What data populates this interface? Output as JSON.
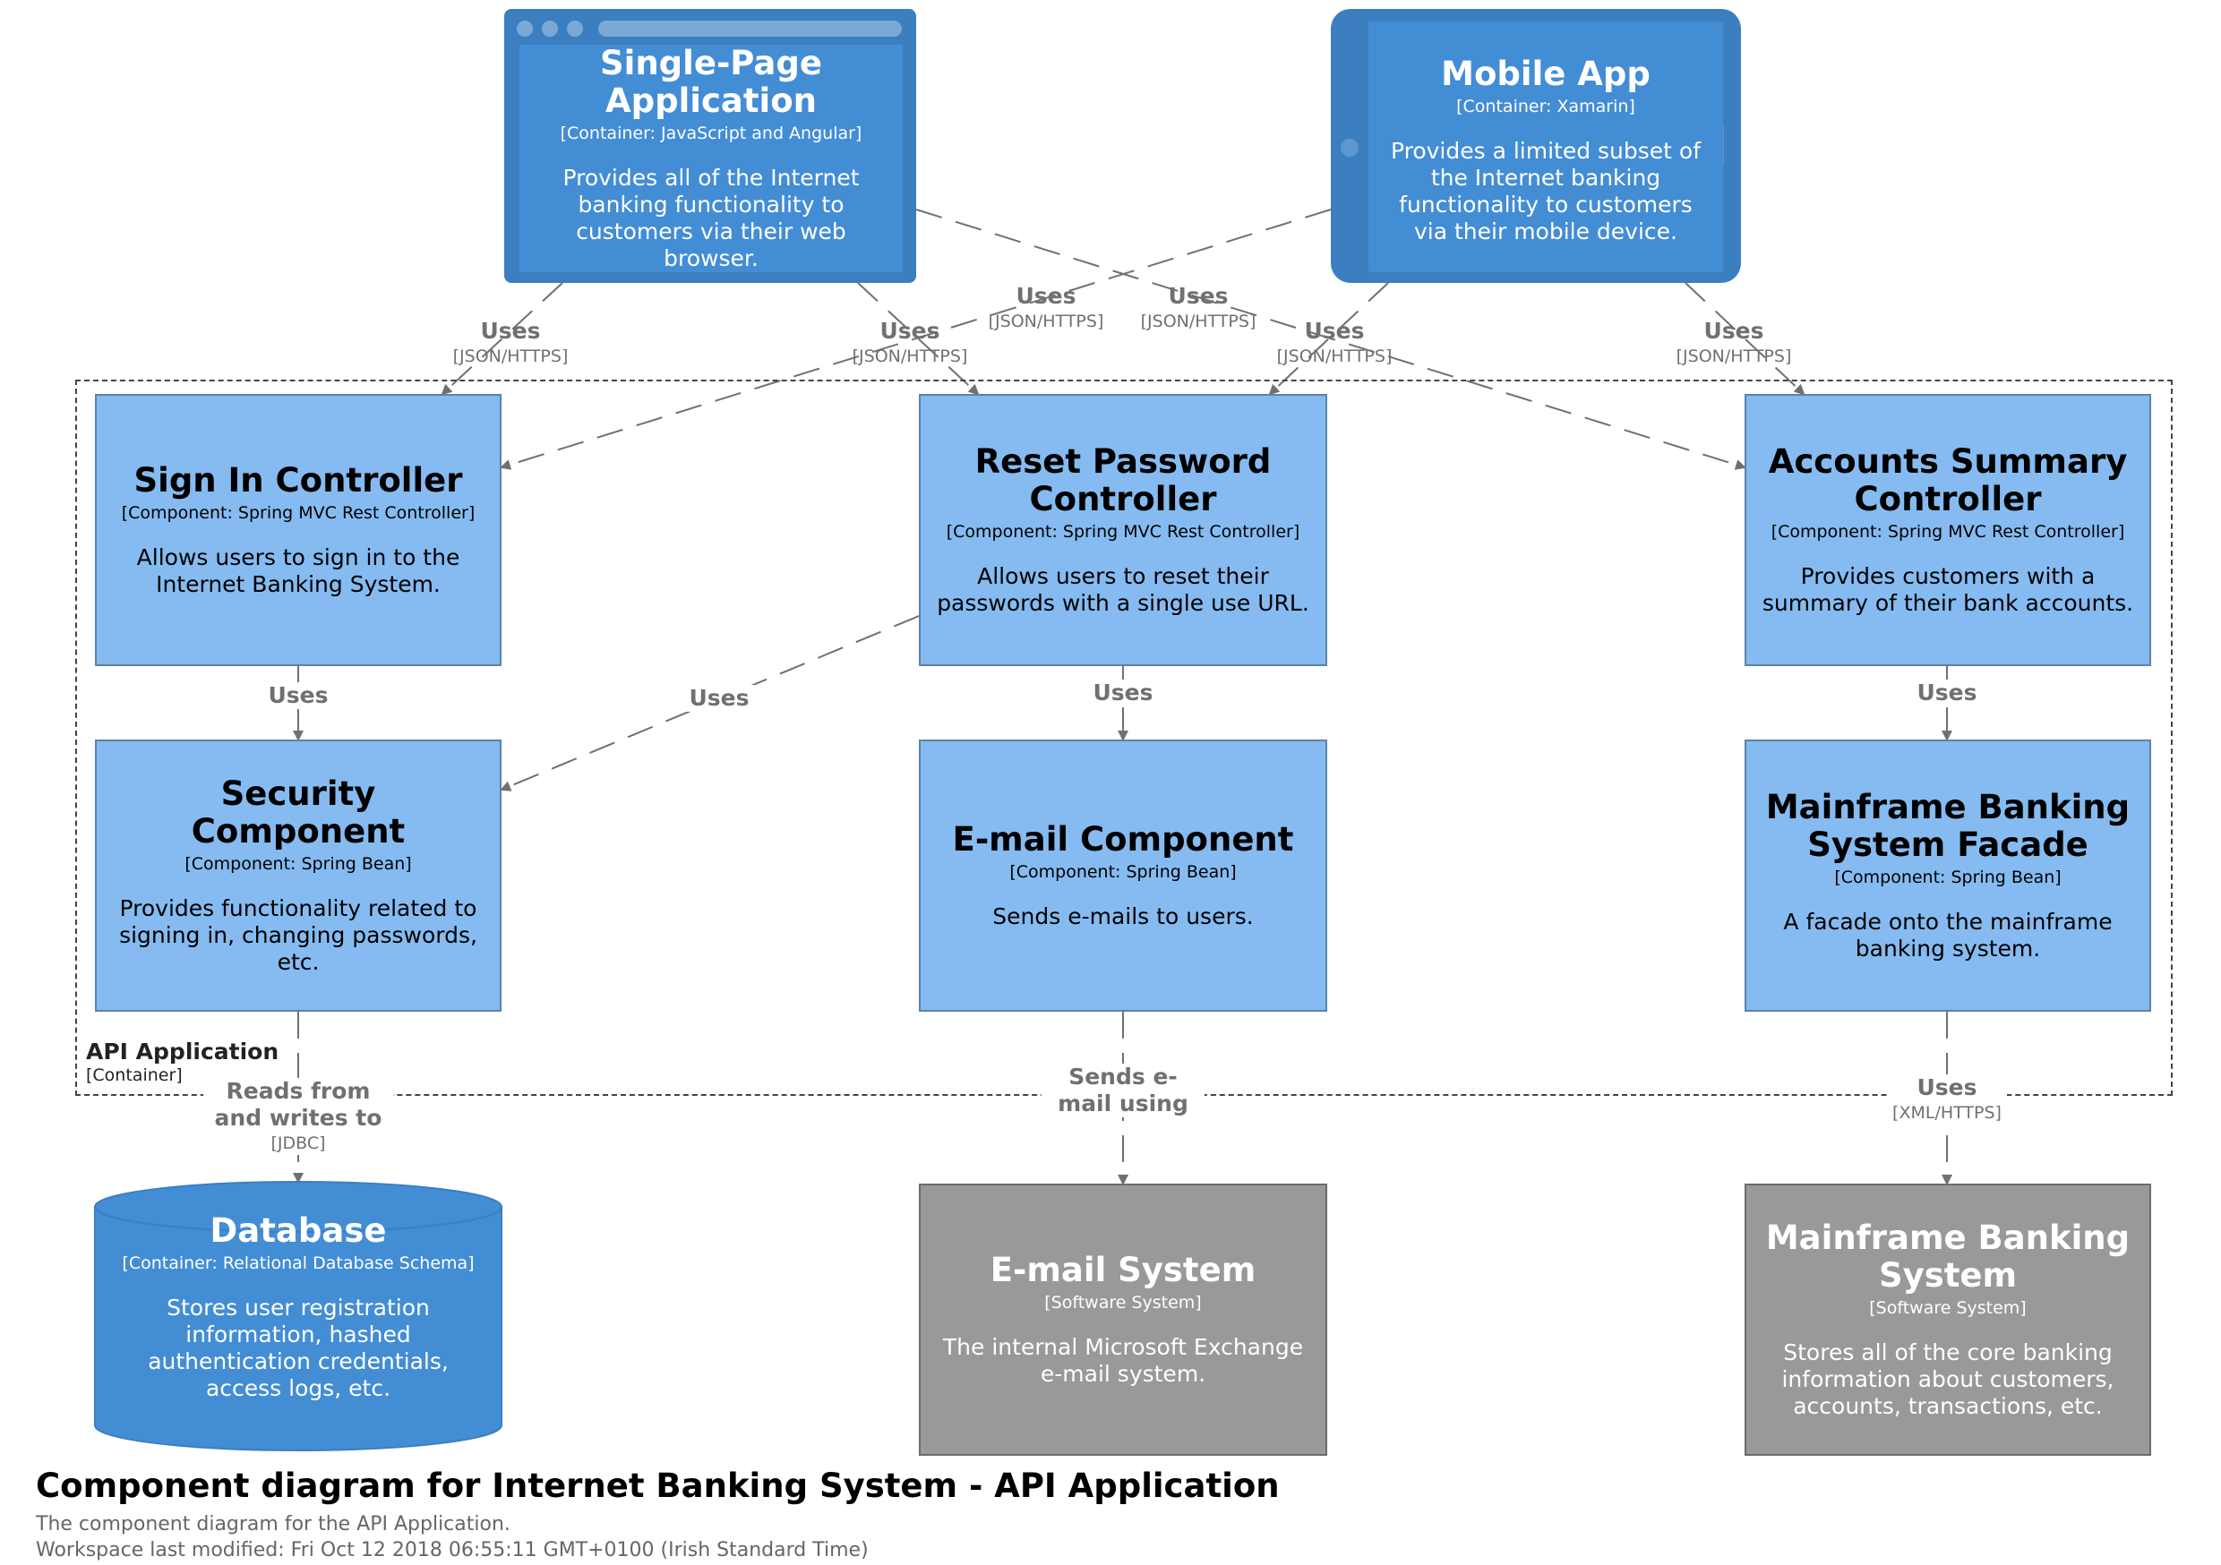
{
  "nodes": {
    "spa": {
      "name": "Single-Page Application",
      "tech": "[Container: JavaScript and Angular]",
      "desc": "Provides all of the Internet banking functionality to customers via their web browser."
    },
    "mobile": {
      "name": "Mobile App",
      "tech": "[Container: Xamarin]",
      "desc": "Provides a limited subset of the Internet banking functionality to customers via their mobile device."
    },
    "signin": {
      "name": "Sign In Controller",
      "tech": "[Component: Spring MVC Rest Controller]",
      "desc": "Allows users to sign in to the Internet Banking System."
    },
    "reset": {
      "name": "Reset Password Controller",
      "tech": "[Component: Spring MVC Rest Controller]",
      "desc": "Allows users to reset their passwords with a single use URL."
    },
    "accounts": {
      "name": "Accounts Summary Controller",
      "tech": "[Component: Spring MVC Rest Controller]",
      "desc": "Provides customers with a summary of their bank accounts."
    },
    "security": {
      "name": "Security Component",
      "tech": "[Component: Spring Bean]",
      "desc": "Provides functionality related to signing in, changing passwords, etc."
    },
    "email": {
      "name": "E-mail Component",
      "tech": "[Component: Spring Bean]",
      "desc": "Sends e-mails to users."
    },
    "facade": {
      "name": "Mainframe Banking System Facade",
      "tech": "[Component: Spring Bean]",
      "desc": "A facade onto the mainframe banking system."
    },
    "database": {
      "name": "Database",
      "tech": "[Container: Relational Database Schema]",
      "desc": "Stores user registration information, hashed authentication credentials, access logs, etc."
    },
    "emailsys": {
      "name": "E-mail System",
      "tech": "[Software System]",
      "desc": "The internal Microsoft Exchange e-mail system."
    },
    "mainframe": {
      "name": "Mainframe Banking System",
      "tech": "[Software System]",
      "desc": "Stores all of the core banking information about customers, accounts, transactions, etc."
    }
  },
  "relationships": [
    {
      "id": "spa-signin",
      "label": "Uses",
      "tech": "[JSON/HTTPS]"
    },
    {
      "id": "spa-reset",
      "label": "Uses",
      "tech": "[JSON/HTTPS]"
    },
    {
      "id": "mobile-signin",
      "label": "Uses",
      "tech": "[JSON/HTTPS]"
    },
    {
      "id": "spa-accounts",
      "label": "Uses",
      "tech": "[JSON/HTTPS]"
    },
    {
      "id": "mobile-reset",
      "label": "Uses",
      "tech": "[JSON/HTTPS]"
    },
    {
      "id": "mobile-accounts",
      "label": "Uses",
      "tech": "[JSON/HTTPS]"
    },
    {
      "id": "signin-security",
      "label": "Uses",
      "tech": ""
    },
    {
      "id": "reset-security",
      "label": "Uses",
      "tech": ""
    },
    {
      "id": "reset-email",
      "label": "Uses",
      "tech": ""
    },
    {
      "id": "accounts-facade",
      "label": "Uses",
      "tech": ""
    },
    {
      "id": "security-database",
      "label": "Reads from and writes to",
      "tech": "[JDBC]"
    },
    {
      "id": "email-emailsys",
      "label": "Sends e-mail using",
      "tech": ""
    },
    {
      "id": "facade-mainframe",
      "label": "Uses",
      "tech": "[XML/HTTPS]"
    }
  ],
  "boundary": {
    "name": "API Application",
    "type": "[Container]"
  },
  "footer": {
    "title": "Component diagram for Internet Banking System - API Application",
    "description": "The component diagram for the API Application.",
    "modified": "Workspace last modified: Fri Oct 12 2018 06:55:11 GMT+0100 (Irish Standard Time)"
  },
  "colors": {
    "component": "#85bbf0",
    "container": "#438dd5",
    "external_system": "#999999",
    "relationship": "#707070"
  },
  "icons": [
    "browser-window-icon",
    "mobile-device-icon",
    "database-cylinder-icon"
  ]
}
